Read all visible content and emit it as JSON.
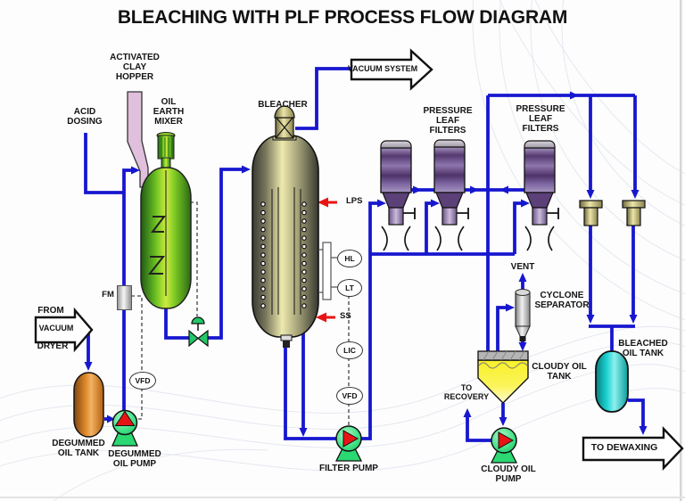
{
  "title": "BLEACHING WITH PLF PROCESS FLOW DIAGRAM",
  "labels": {
    "activated_clay_hopper": "ACTIVATED CLAY HOPPER",
    "acid_dosing": "ACID DOSING",
    "oil_earth_mixer": "OIL EARTH MIXER",
    "bleacher": "BLEACHER",
    "vacuum_system": "VACUUM SYSTEM",
    "pressure_leaf_filters_left": "PRESSURE LEAF FILTERS",
    "pressure_leaf_filters_right": "PRESSURE LEAF FILTERS",
    "from_word": "FROM",
    "vacuum_word": "VACUUM",
    "dryer_word": "DRYER",
    "fm": "FM",
    "vfd_degummed_pump": "VFD",
    "degummed_oil_tank": "DEGUMMED OIL TANK",
    "degummed_oil_pump": "DEGUMMED OIL PUMP",
    "lps": "LPS",
    "ss": "SS",
    "hl": "HL",
    "lt": "LT",
    "lic": "LIC",
    "vfd_filter_pump": "VFD",
    "filter_pump": "FILTER PUMP",
    "vent": "VENT",
    "cyclone_separator": "CYCLONE SEPARATOR",
    "cloudy_oil_tank": "CLOUDY OIL TANK",
    "to_recovery": "TO RECOVERY",
    "cloudy_oil_pump": "CLOUDY OIL PUMP",
    "bleached_oil_tank": "BLEACHED OIL TANK",
    "to_dewaxing": "TO DEWAXING"
  },
  "colors": {
    "pipe_blue": "#1717cf",
    "signal_red": "#e81414",
    "mixer_green": "#7ed321",
    "bleacher_body": "#eee9ad",
    "filter_purple": "#5c4078",
    "degummed_tank_orange": "#e08a2c",
    "bleached_tank_cyan": "#1ed3d3",
    "cloudy_tank_yellow": "#f9f12a",
    "pump_green": "#2bd871",
    "hopper_pink": "#e0c0dc"
  }
}
